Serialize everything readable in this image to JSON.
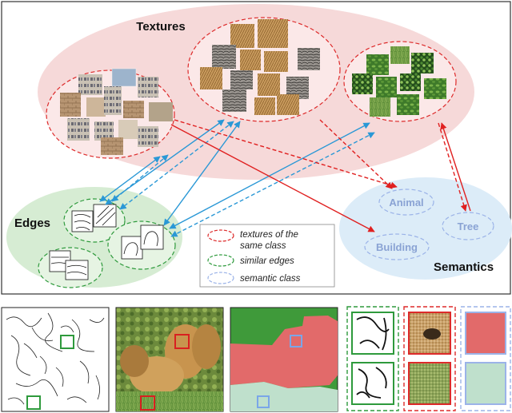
{
  "labels": {
    "textures": "Textures",
    "edges": "Edges",
    "semantics": "Semantics"
  },
  "semantic_classes": {
    "animal": "Animal",
    "building": "Building",
    "tree": "Tree"
  },
  "legend": {
    "textures_line1": "textures of the",
    "textures_line2": "same class",
    "edges": "similar edges",
    "semantic": "semantic class"
  },
  "colors": {
    "textures_region": "#f6d9d9",
    "edges_region": "#d6ecd3",
    "semantics_region": "#dcecf8",
    "red_dashed": "#dd2a2a",
    "green_dashed": "#2e9a3c",
    "blue_dashed": "#9bb3e8",
    "arrow_blue": "#2a98d6",
    "arrow_red": "#e02020",
    "seg_red": "#e26a6a",
    "seg_green": "#3f9a3a",
    "seg_teal": "#bfe0cc",
    "semantic_text": "#8aa3d4"
  },
  "bottom_panels": [
    "edge-map",
    "photo",
    "segmentation",
    "patch-grid"
  ]
}
